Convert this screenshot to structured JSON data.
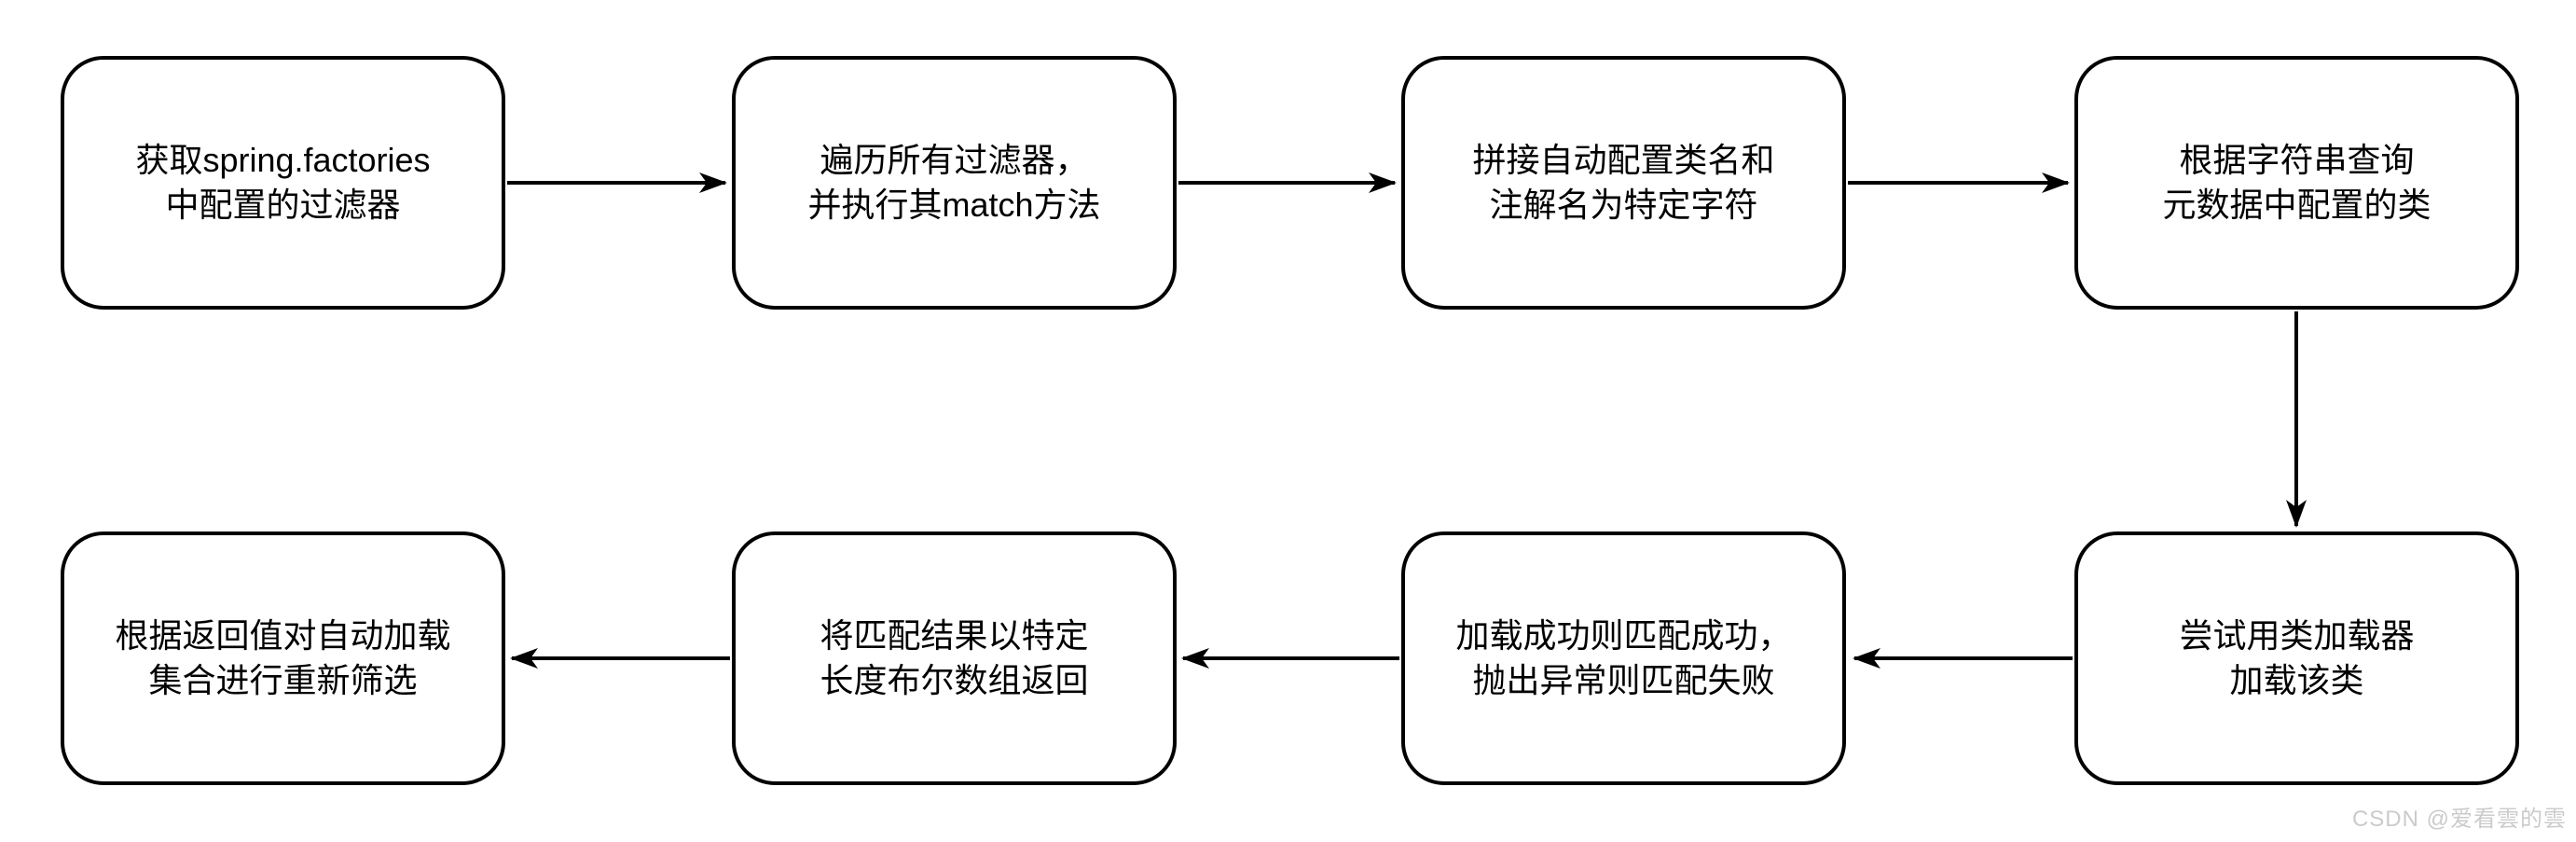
{
  "diagram": {
    "type": "flowchart",
    "colors": {
      "background": "#ffffff",
      "node_fill": "#ffffff",
      "node_border": "#000000",
      "arrow": "#000000",
      "watermark": "#cbcbcb"
    },
    "nodes": [
      {
        "id": 1,
        "lines": [
          "获取spring.factories",
          "中配置的过滤器"
        ]
      },
      {
        "id": 2,
        "lines": [
          "遍历所有过滤器，",
          "并执行其match方法"
        ]
      },
      {
        "id": 3,
        "lines": [
          "拼接自动配置类名和",
          "注解名为特定字符"
        ]
      },
      {
        "id": 4,
        "lines": [
          "根据字符串查询",
          "元数据中配置的类"
        ]
      },
      {
        "id": 5,
        "lines": [
          "尝试用类加载器",
          "加载该类"
        ]
      },
      {
        "id": 6,
        "lines": [
          "加载成功则匹配成功，",
          "抛出异常则匹配失败"
        ]
      },
      {
        "id": 7,
        "lines": [
          "将匹配结果以特定",
          "长度布尔数组返回"
        ]
      },
      {
        "id": 8,
        "lines": [
          "根据返回值对自动加载",
          "集合进行重新筛选"
        ]
      }
    ],
    "edges": [
      {
        "from": 1,
        "to": 2,
        "direction": "right"
      },
      {
        "from": 2,
        "to": 3,
        "direction": "right"
      },
      {
        "from": 3,
        "to": 4,
        "direction": "right"
      },
      {
        "from": 4,
        "to": 5,
        "direction": "down"
      },
      {
        "from": 5,
        "to": 6,
        "direction": "left"
      },
      {
        "from": 6,
        "to": 7,
        "direction": "left"
      },
      {
        "from": 7,
        "to": 8,
        "direction": "left"
      }
    ]
  },
  "watermark": {
    "text": "CSDN @爱看雲的雲"
  }
}
